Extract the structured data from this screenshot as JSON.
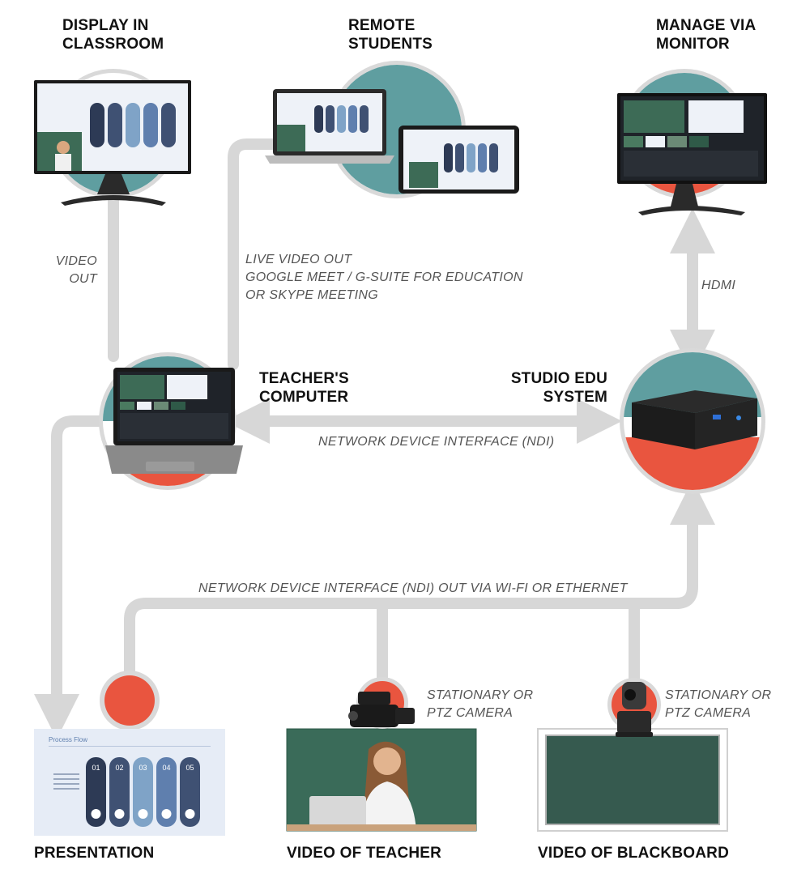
{
  "nodes": {
    "display": {
      "title": [
        "DISPLAY IN",
        "CLASSROOM"
      ]
    },
    "remote": {
      "title": [
        "REMOTE",
        "STUDENTS"
      ]
    },
    "monitor": {
      "title": [
        "MANAGE VIA",
        "MONITOR"
      ]
    },
    "teacher_computer": {
      "title": [
        "TEACHER'S",
        "COMPUTER"
      ]
    },
    "studio": {
      "title": [
        "STUDIO EDU",
        "SYSTEM"
      ]
    },
    "presentation": {
      "title": [
        "PRESENTATION"
      ]
    },
    "teacher_video": {
      "title": [
        "VIDEO OF TEACHER"
      ]
    },
    "blackboard_video": {
      "title": [
        "VIDEO OF BLACKBOARD"
      ]
    }
  },
  "labels": {
    "video_out": [
      "VIDEO",
      "OUT"
    ],
    "live_video": [
      "LIVE VIDEO OUT",
      "GOOGLE MEET / G-SUITE FOR EDUCATION",
      "OR SKYPE MEETING"
    ],
    "hdmi": "HDMI",
    "ndi": "NETWORK DEVICE INTERFACE (NDI)",
    "ndi_wifi": "NETWORK DEVICE INTERFACE (NDI) OUT VIA WI-FI OR ETHERNET",
    "camera_teacher": [
      "STATIONARY OR",
      "PTZ CAMERA"
    ],
    "camera_board": [
      "STATIONARY OR",
      "PTZ CAMERA"
    ]
  },
  "slide": {
    "header": "Process Flow",
    "numbers": [
      "01",
      "02",
      "03",
      "04",
      "05"
    ]
  },
  "colors": {
    "connector": "#d7d7d7",
    "ring": "#d9d9d9",
    "teal": "#5f9ea0",
    "coral": "#e9553f",
    "navy": "#2d3a55",
    "blackboard": "#365a4f"
  }
}
